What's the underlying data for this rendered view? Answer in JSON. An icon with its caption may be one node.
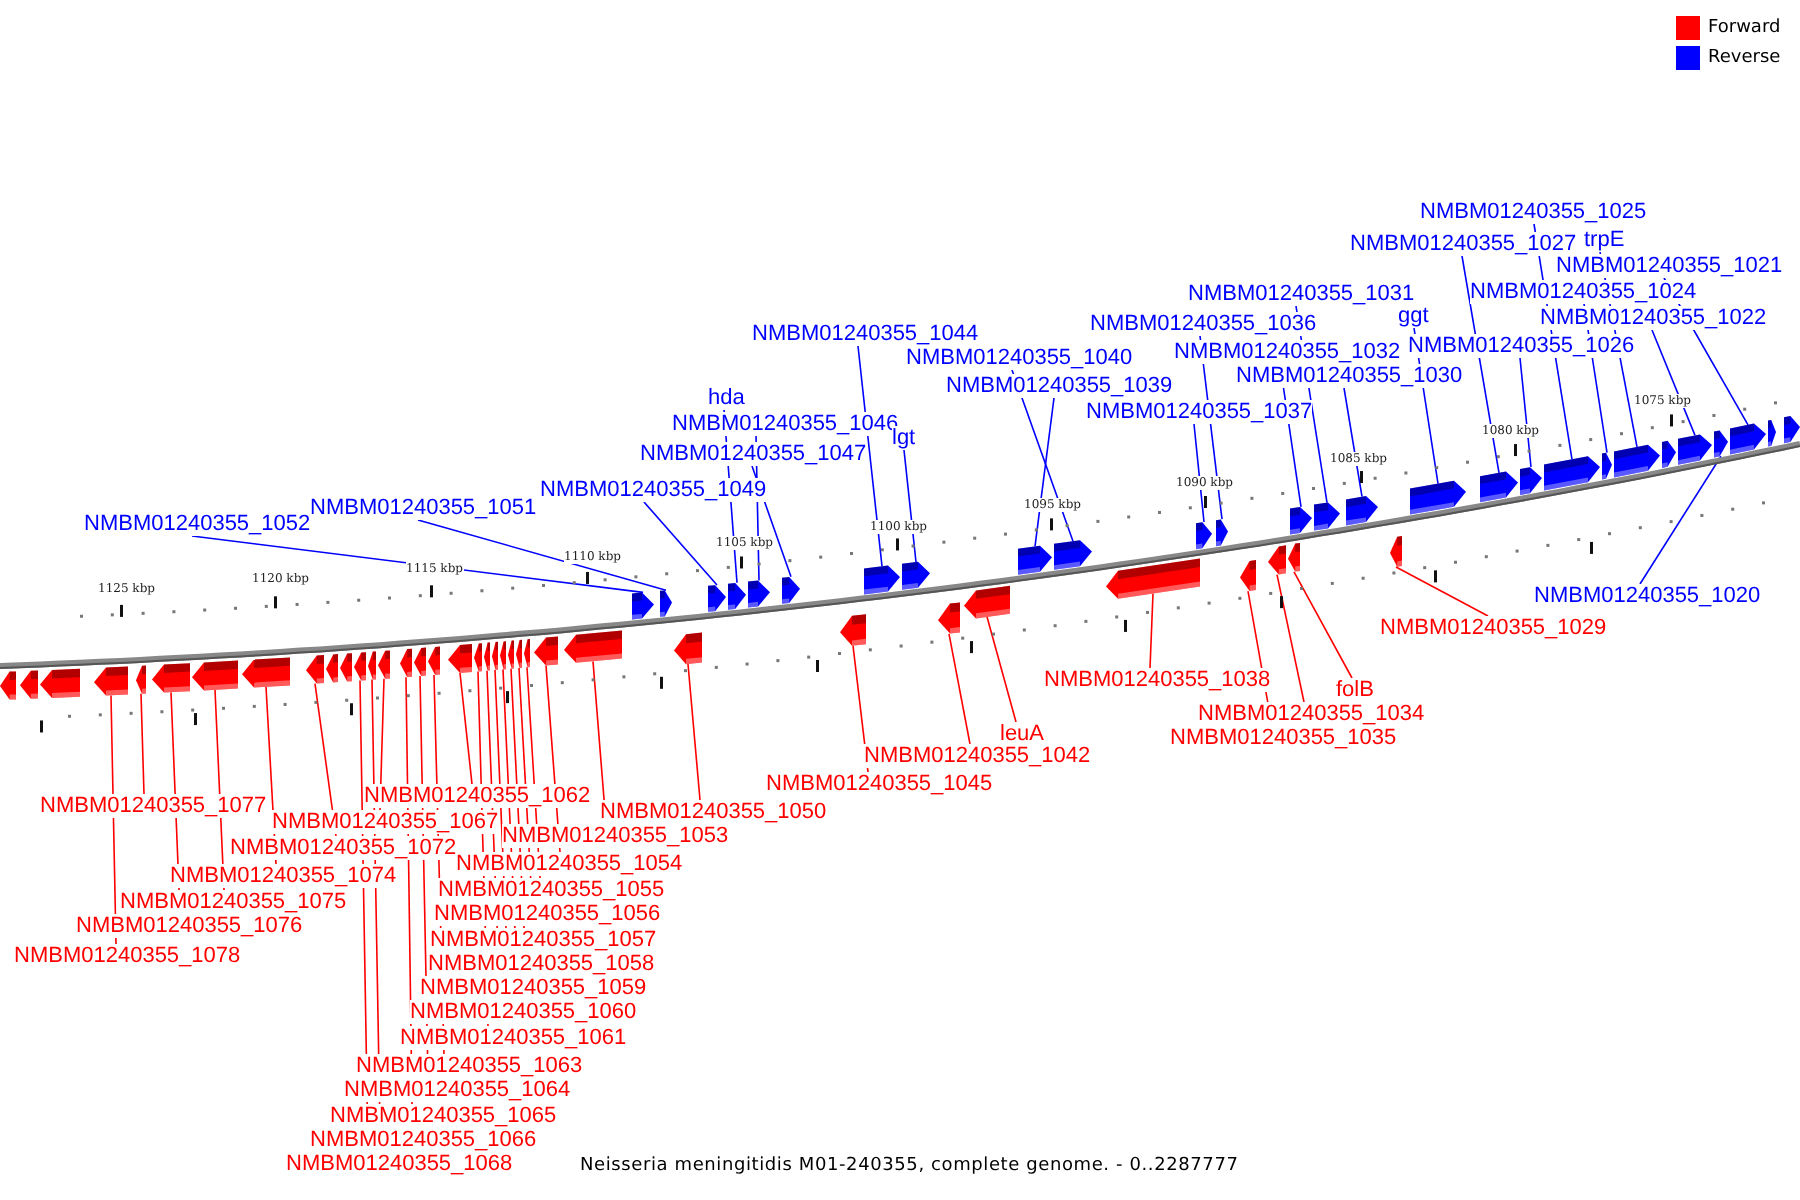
{
  "diagram": {
    "caption": "Neisseria meningitidis M01-240355, complete genome. - 0..2287777",
    "nodes": [
      {
        "text": [
          "NMBM01240355_1025"
        ]
      },
      {
        "text": [
          "trpE"
        ]
      },
      {
        "text": [
          "NMBM01240355_1027"
        ]
      },
      {
        "text": [
          "NMBM01240355_1021"
        ]
      },
      {
        "text": [
          "NMBM01240355_1024"
        ]
      },
      {
        "text": [
          "NMBM01240355_1031"
        ]
      },
      {
        "text": [
          "ggt"
        ]
      },
      {
        "text": [
          "NMBM01240355_1022"
        ]
      },
      {
        "text": [
          "NMBM01240355_1036"
        ]
      },
      {
        "text": [
          "NMBM01240355_1044"
        ]
      },
      {
        "text": [
          "NMBM01240355_1026"
        ]
      },
      {
        "text": [
          "NMBM01240355_1032"
        ]
      },
      {
        "text": [
          "NMBM01240355_1040"
        ]
      },
      {
        "text": [
          "NMBM01240355_1030"
        ]
      },
      {
        "text": [
          "NMBM01240355_1039"
        ]
      },
      {
        "text": [
          "hda"
        ]
      },
      {
        "text": [
          "NMBM01240355_1037"
        ]
      },
      {
        "text": [
          "NMBM01240355_1046"
        ]
      },
      {
        "text": [
          "lgt"
        ]
      },
      {
        "text": [
          "NMBM01240355_1047"
        ]
      },
      {
        "text": [
          "NMBM01240355_1049"
        ]
      },
      {
        "text": [
          "NMBM01240355_1051"
        ]
      },
      {
        "text": [
          "NMBM01240355_1052"
        ]
      },
      {
        "text": [
          "NMBM01240355_1020"
        ]
      },
      {
        "text": [
          "NMBM01240355_1029"
        ]
      },
      {
        "text": [
          "NMBM01240355_1038"
        ]
      },
      {
        "text": [
          "folB"
        ]
      },
      {
        "text": [
          "NMBM01240355_1034"
        ]
      },
      {
        "text": [
          "NMBM01240355_1042"
        ]
      },
      {
        "text": [
          "leuA"
        ]
      },
      {
        "text": [
          "NMBM01240355_1035"
        ]
      },
      {
        "text": [
          "NMBM01240355_1045"
        ]
      },
      {
        "text": [
          "NMBM01240355_1062"
        ]
      },
      {
        "text": [
          "NMBM01240355_1077"
        ]
      },
      {
        "text": [
          "NMBM01240355_1050"
        ]
      },
      {
        "text": [
          "NMBM01240355_1067"
        ]
      },
      {
        "text": [
          "NMBM01240355_1053"
        ]
      },
      {
        "text": [
          "NMBM01240355_1072"
        ]
      },
      {
        "text": [
          "NMBM01240355_1054"
        ]
      },
      {
        "text": [
          "NMBM01240355_1074"
        ]
      },
      {
        "text": [
          "NMBM01240355_1055"
        ]
      },
      {
        "text": [
          "NMBM01240355_1075"
        ]
      },
      {
        "text": [
          "NMBM01240355_1056"
        ]
      },
      {
        "text": [
          "NMBM01240355_1076"
        ]
      },
      {
        "text": [
          "NMBM01240355_1057"
        ]
      },
      {
        "text": [
          "NMBM01240355_1078"
        ]
      },
      {
        "text": [
          "NMBM01240355_1058"
        ]
      },
      {
        "text": [
          "NMBM01240355_1059"
        ]
      },
      {
        "text": [
          "NMBM01240355_1060"
        ]
      },
      {
        "text": [
          "NMBM01240355_1061"
        ]
      },
      {
        "text": [
          "NMBM01240355_1063"
        ]
      },
      {
        "text": [
          "NMBM01240355_1064"
        ]
      },
      {
        "text": [
          "NMBM01240355_1065"
        ]
      },
      {
        "text": [
          "NMBM01240355_1066"
        ]
      },
      {
        "text": [
          "NMBM01240355_1068"
        ]
      },
      {
        "text": [],
        "shape": "pentagon"
      },
      {
        "text": [],
        "shape": "pentagon"
      },
      {
        "text": [],
        "shape": "pentagon"
      },
      {
        "text": [],
        "shape": "pentagon"
      },
      {
        "text": [],
        "shape": "pentagon"
      },
      {
        "text": [],
        "shape": "pentagon"
      },
      {
        "text": [],
        "shape": "pentagon"
      },
      {
        "text": [],
        "shape": "pentagon"
      },
      {
        "text": [],
        "shape": "pentagon"
      },
      {
        "text": [],
        "shape": "pentagon"
      },
      {
        "text": [],
        "shape": "pentagon"
      },
      {
        "text": [],
        "shape": "pentagon"
      },
      {
        "text": [],
        "shape": "pentagon"
      },
      {
        "text": [],
        "shape": "pentagon"
      },
      {
        "text": [],
        "shape": "pentagon"
      },
      {
        "text": [],
        "shape": "pentagon"
      },
      {
        "text": [],
        "shape": "pentagon"
      },
      {
        "text": [],
        "shape": "pentagon"
      },
      {
        "text": [],
        "shape": "pentagon"
      },
      {
        "text": [],
        "shape": "pentagon"
      },
      {
        "text": [],
        "shape": "pentagon"
      },
      {
        "text": [],
        "shape": "pentagon"
      },
      {
        "text": [],
        "shape": "pentagon"
      },
      {
        "text": [],
        "shape": "pentagon"
      },
      {
        "text": [],
        "shape": "pentagon"
      },
      {
        "text": [],
        "shape": "pentagon"
      },
      {
        "text": [],
        "shape": "pentagon"
      },
      {
        "text": [],
        "shape": "pentagon"
      },
      {
        "text": [],
        "shape": "pentagon"
      },
      {
        "text": [],
        "shape": "pentagon"
      },
      {
        "text": [],
        "shape": "pentagon"
      },
      {
        "text": [],
        "shape": "pentagon"
      },
      {
        "text": [],
        "shape": "pentagon"
      },
      {
        "text": [],
        "shape": "pentagon"
      },
      {
        "text": [],
        "shape": "pentagon"
      },
      {
        "text": [],
        "shape": "pentagon"
      },
      {
        "text": [],
        "shape": "pentagon"
      },
      {
        "text": [],
        "shape": "pentagon"
      },
      {
        "text": [],
        "shape": "pentagon"
      },
      {
        "text": [],
        "shape": "pentagon"
      },
      {
        "text": [],
        "shape": "pentagon"
      },
      {
        "text": [],
        "shape": "pentagon"
      },
      {
        "text": [],
        "shape": "pentagon"
      },
      {
        "text": [],
        "shape": "pentagon"
      },
      {
        "text": [],
        "shape": "pentagon"
      },
      {
        "text": [],
        "shape": "pentagon"
      },
      {
        "text": [],
        "shape": "pentagon"
      },
      {
        "text": [],
        "shape": "pentagon"
      },
      {
        "text": [],
        "shape": "pentagon"
      },
      {
        "text": [],
        "shape": "pentagon"
      },
      {
        "text": [],
        "shape": "pentagon"
      },
      {
        "text": [],
        "shape": "pentagon"
      },
      {
        "text": [],
        "shape": "pentagon"
      },
      {
        "text": [],
        "shape": "pentagon"
      },
      {
        "text": [],
        "shape": "pentagon"
      },
      {
        "text": [],
        "shape": "pentagon"
      },
      {
        "text": [],
        "shape": "pentagon"
      },
      {
        "text": [],
        "shape": "pentagon"
      },
      {
        "text": [],
        "shape": "pentagon"
      },
      {
        "text": [],
        "shape": "pentagon"
      },
      {
        "text": [],
        "shape": "pentagon"
      },
      {
        "text": [],
        "shape": "pentagon"
      },
      {
        "text": [],
        "shape": "pentagon"
      }
    ],
    "edges": [
      {
        "from": 0,
        "to": 104,
        "arrow": "none",
        "color": "#0000ff"
      },
      {
        "from": 1,
        "to": 106,
        "arrow": "none",
        "color": "#0000ff"
      },
      {
        "from": 2,
        "to": 102,
        "arrow": "none",
        "color": "#0000ff"
      },
      {
        "from": 3,
        "to": 109,
        "arrow": "none",
        "color": "#0000ff"
      },
      {
        "from": 4,
        "to": 105,
        "arrow": "none",
        "color": "#0000ff"
      },
      {
        "from": 5,
        "to": 98,
        "arrow": "none",
        "color": "#0000ff"
      },
      {
        "from": 6,
        "to": 101,
        "arrow": "none",
        "color": "#0000ff"
      },
      {
        "from": 7,
        "to": 107,
        "arrow": "none",
        "color": "#0000ff"
      },
      {
        "from": 8,
        "to": 93,
        "arrow": "none",
        "color": "#0000ff"
      },
      {
        "from": 9,
        "to": 85,
        "arrow": "none",
        "color": "#0000ff"
      },
      {
        "from": 10,
        "to": 103,
        "arrow": "none",
        "color": "#0000ff"
      },
      {
        "from": 11,
        "to": 97,
        "arrow": "none",
        "color": "#0000ff"
      },
      {
        "from": 12,
        "to": 90,
        "arrow": "none",
        "color": "#0000ff"
      },
      {
        "from": 13,
        "to": 99,
        "arrow": "none",
        "color": "#0000ff"
      },
      {
        "from": 14,
        "to": 89,
        "arrow": "none",
        "color": "#0000ff"
      },
      {
        "from": 15,
        "to": 81,
        "arrow": "none",
        "color": "#0000ff"
      },
      {
        "from": 16,
        "to": 92,
        "arrow": "none",
        "color": "#0000ff"
      },
      {
        "from": 17,
        "to": 82,
        "arrow": "none",
        "color": "#0000ff"
      },
      {
        "from": 18,
        "to": 86,
        "arrow": "none",
        "color": "#0000ff"
      },
      {
        "from": 19,
        "to": 83,
        "arrow": "none",
        "color": "#0000ff"
      },
      {
        "from": 20,
        "to": 80,
        "arrow": "none",
        "color": "#0000ff"
      },
      {
        "from": 21,
        "to": 78,
        "arrow": "none",
        "color": "#0000ff"
      },
      {
        "from": 22,
        "to": 77,
        "arrow": "none",
        "color": "#0000ff"
      },
      {
        "from": 23,
        "to": 108,
        "arrow": "none",
        "color": "#0000ff"
      },
      {
        "from": 24,
        "to": 100,
        "arrow": "none"
      },
      {
        "from": 25,
        "to": 91,
        "arrow": "none"
      },
      {
        "from": 26,
        "to": 96,
        "arrow": "none"
      },
      {
        "from": 27,
        "to": 95,
        "arrow": "none"
      },
      {
        "from": 28,
        "to": 87,
        "arrow": "none"
      },
      {
        "from": 29,
        "to": 88,
        "arrow": "none"
      },
      {
        "from": 30,
        "to": 94,
        "arrow": "none"
      },
      {
        "from": 31,
        "to": 84,
        "arrow": "none"
      },
      {
        "from": 32,
        "to": 67,
        "arrow": "none"
      },
      {
        "from": 33,
        "to": 56,
        "arrow": "none"
      },
      {
        "from": 34,
        "to": 79,
        "arrow": "none"
      },
      {
        "from": 35,
        "to": 63,
        "arrow": "none"
      },
      {
        "from": 36,
        "to": 76,
        "arrow": "none"
      },
      {
        "from": 37,
        "to": 60,
        "arrow": "none"
      },
      {
        "from": 38,
        "to": 75,
        "arrow": "none"
      },
      {
        "from": 39,
        "to": 59,
        "arrow": "none"
      },
      {
        "from": 40,
        "to": 74,
        "arrow": "none"
      },
      {
        "from": 41,
        "to": 58,
        "arrow": "none"
      },
      {
        "from": 42,
        "to": 73,
        "arrow": "none"
      },
      {
        "from": 43,
        "to": 57,
        "arrow": "none"
      },
      {
        "from": 44,
        "to": 72,
        "arrow": "none"
      },
      {
        "from": 45,
        "to": 55,
        "arrow": "none"
      },
      {
        "from": 46,
        "to": 71,
        "arrow": "none"
      },
      {
        "from": 47,
        "to": 70,
        "arrow": "none"
      },
      {
        "from": 48,
        "to": 69,
        "arrow": "none"
      },
      {
        "from": 49,
        "to": 68,
        "arrow": "none"
      },
      {
        "from": 50,
        "to": 66,
        "arrow": "none"
      },
      {
        "from": 51,
        "to": 65,
        "arrow": "none"
      },
      {
        "from": 52,
        "to": 64,
        "arrow": "none"
      },
      {
        "from": 53,
        "to": 62,
        "arrow": "none"
      },
      {
        "from": 54,
        "to": 61,
        "arrow": "none"
      }
    ],
    "labels": [
      "1125 kbp",
      "1120 kbp",
      "1115 kbp",
      "1110 kbp",
      "1105 kbp",
      "1100 kbp",
      "1095 kbp",
      "1090 kbp",
      "1085 kbp",
      "1080 kbp",
      "1075 kbp"
    ],
    "legend": [
      {
        "text": "Forward",
        "color": "#ff0000"
      },
      {
        "text": "Reverse",
        "color": "#0000ff"
      }
    ]
  }
}
